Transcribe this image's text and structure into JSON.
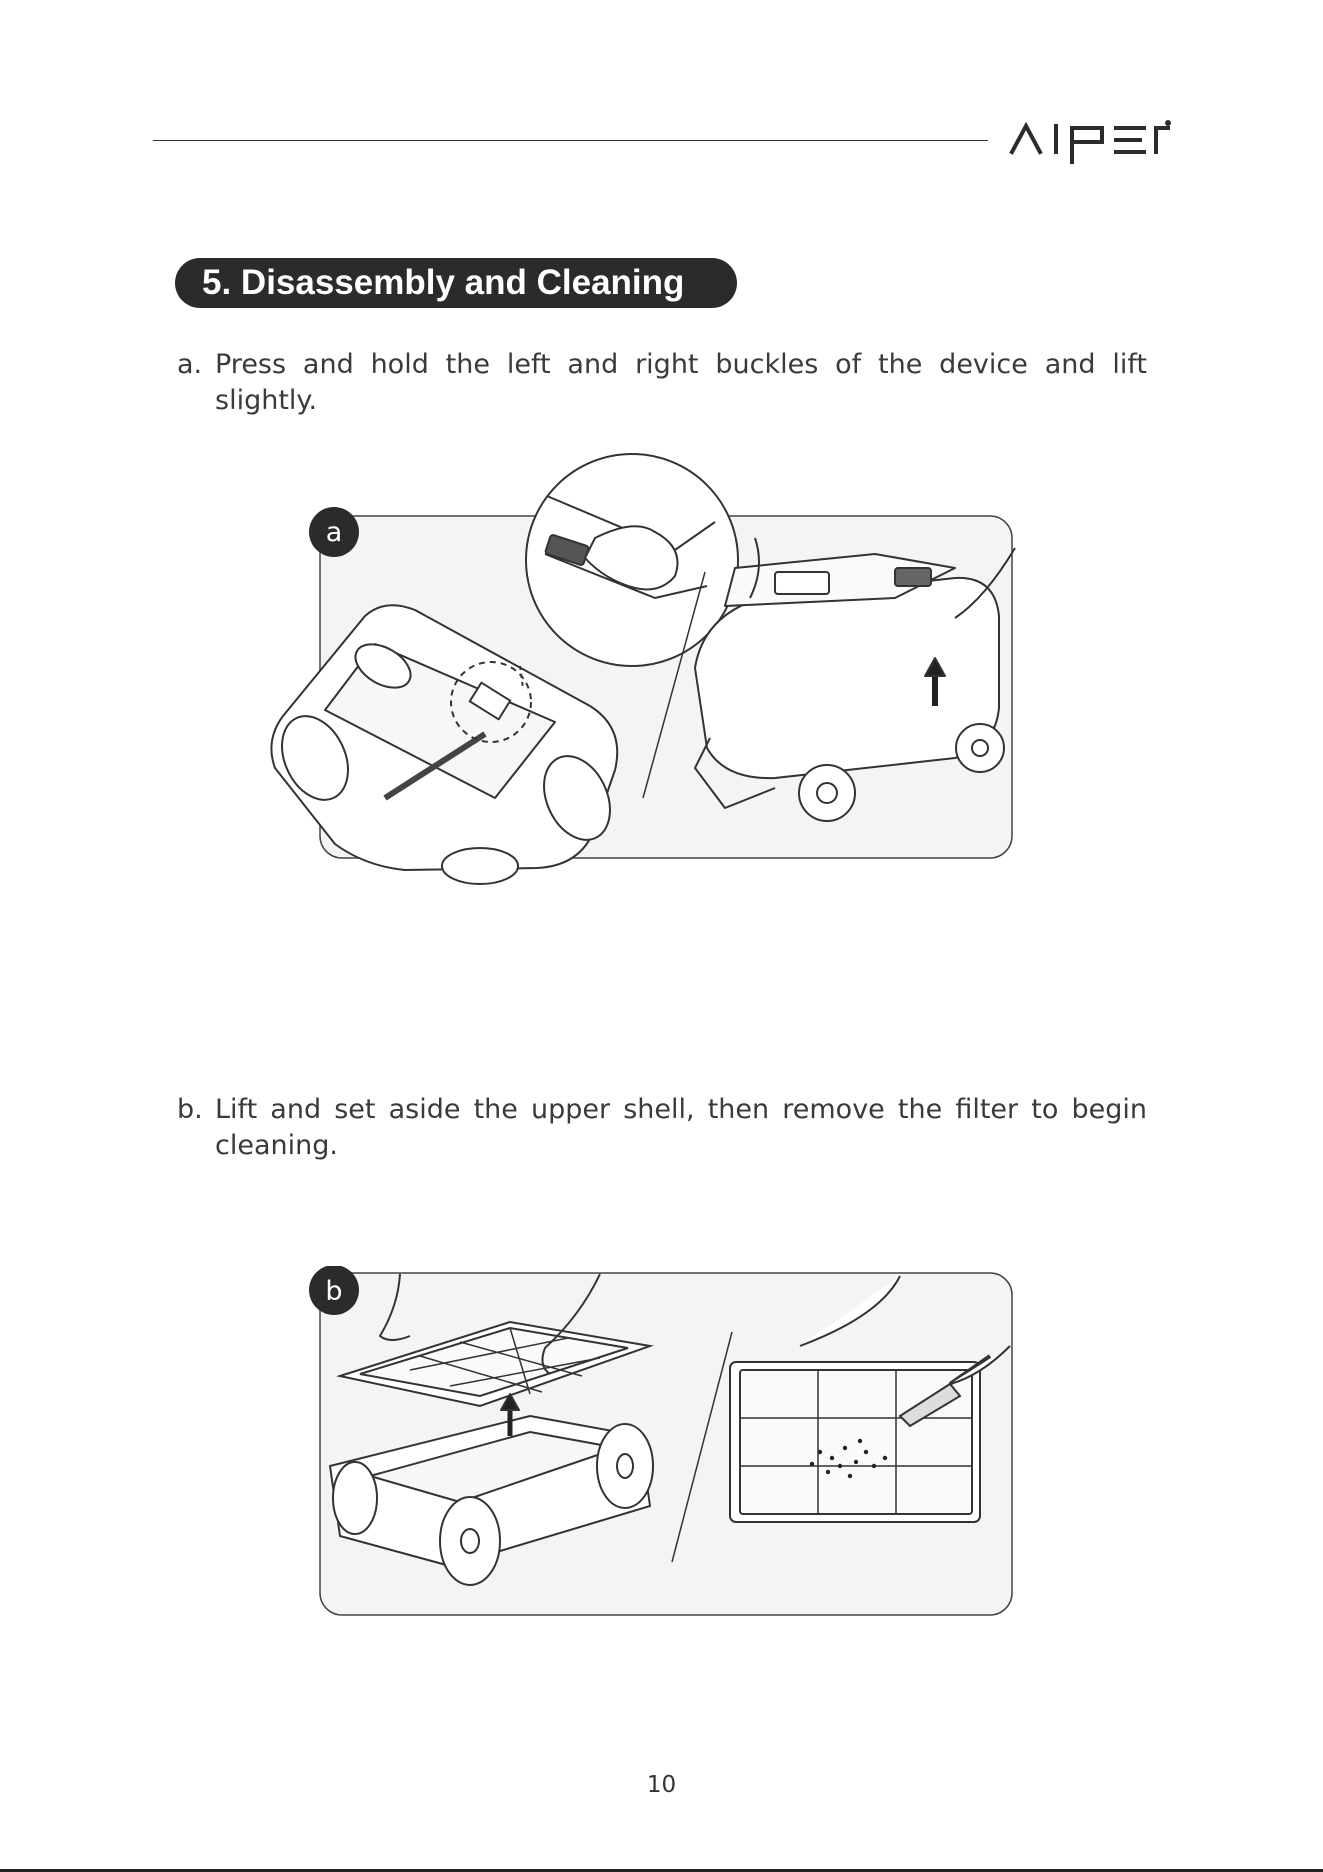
{
  "header": {
    "brand": "AIPER"
  },
  "section": {
    "title": "5. Disassembly and Cleaning"
  },
  "steps": [
    {
      "marker": "a.",
      "line1": "Press and hold the left and right buckles of the device and lift",
      "line2": "slightly.",
      "badge": "a"
    },
    {
      "marker": "b.",
      "line1": "Lift and set aside the upper shell, then remove the filter to begin",
      "line2": "cleaning.",
      "badge": "b"
    }
  ],
  "footer": {
    "page_number": "10"
  },
  "colors": {
    "ink": "#2b2b2b",
    "panel": "#f4f4f4",
    "text": "#3a3a3a"
  }
}
